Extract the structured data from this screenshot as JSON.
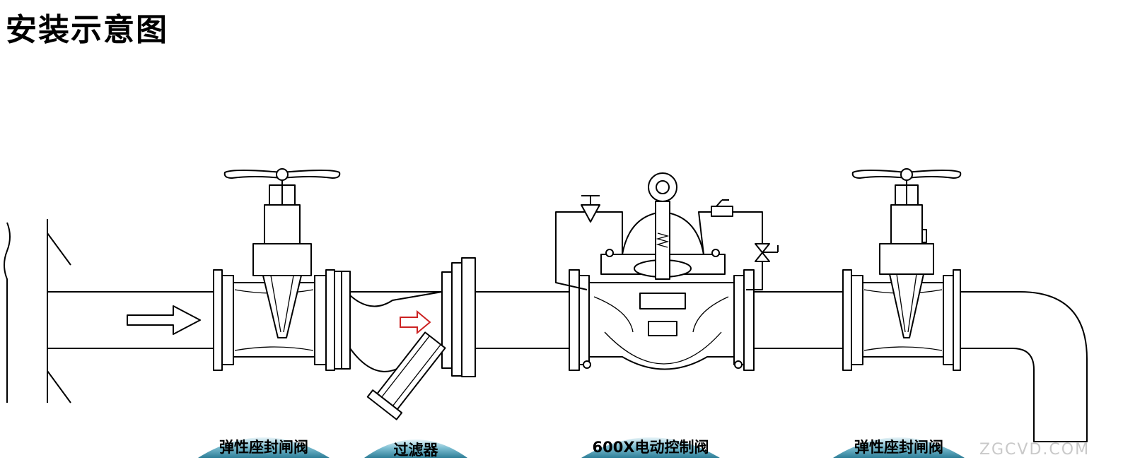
{
  "title": "安装示意图",
  "labels": {
    "gate_valve_left": "弹性座封闸阀",
    "strainer": "过滤器",
    "control_valve": "600X电动控制阀",
    "gate_valve_right": "弹性座封闸阀"
  },
  "watermark": "ZGCVD.COM",
  "colors": {
    "flow_arrow_small": "#cc2222",
    "label_badge": "#3f93a8",
    "line": "#000000"
  },
  "icons": [
    "flow-arrow-icon",
    "handwheel-icon",
    "tank-icon",
    "solenoid-icon",
    "needle-valve-icon",
    "float-pilot-icon"
  ]
}
